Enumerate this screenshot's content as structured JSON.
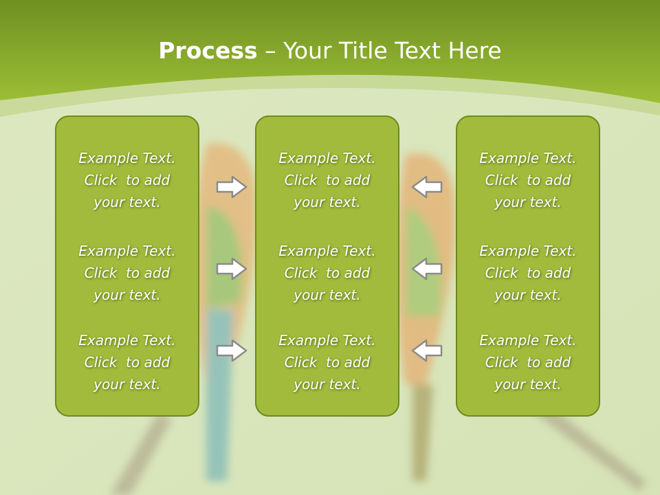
{
  "title": {
    "bold": "Process",
    "rest": " – Your Title Text Here"
  },
  "columns": [
    {
      "items": [
        {
          "line1": "Example Text.",
          "line2": "Click  to add",
          "line3": "your text."
        },
        {
          "line1": "Example Text.",
          "line2": "Click  to add",
          "line3": "your text."
        },
        {
          "line1": "Example Text.",
          "line2": "Click  to add",
          "line3": "your text."
        }
      ]
    },
    {
      "items": [
        {
          "line1": "Example Text.",
          "line2": "Click  to add",
          "line3": "your text."
        },
        {
          "line1": "Example Text.",
          "line2": "Click  to add",
          "line3": "your text."
        },
        {
          "line1": "Example Text.",
          "line2": "Click  to add",
          "line3": "your text."
        }
      ]
    },
    {
      "items": [
        {
          "line1": "Example Text.",
          "line2": "Click  to add",
          "line3": "your text."
        },
        {
          "line1": "Example Text.",
          "line2": "Click  to add",
          "line3": "your text."
        },
        {
          "line1": "Example Text.",
          "line2": "Click  to add",
          "line3": "your text."
        }
      ]
    }
  ],
  "arrows": {
    "left_group": "arrow-right-icon",
    "right_group": "arrow-left-icon"
  },
  "colors": {
    "header_green": "#8cb02a",
    "box_fill": "#a2bb3c",
    "box_border": "#6a8a1f",
    "text": "#ffffff"
  }
}
